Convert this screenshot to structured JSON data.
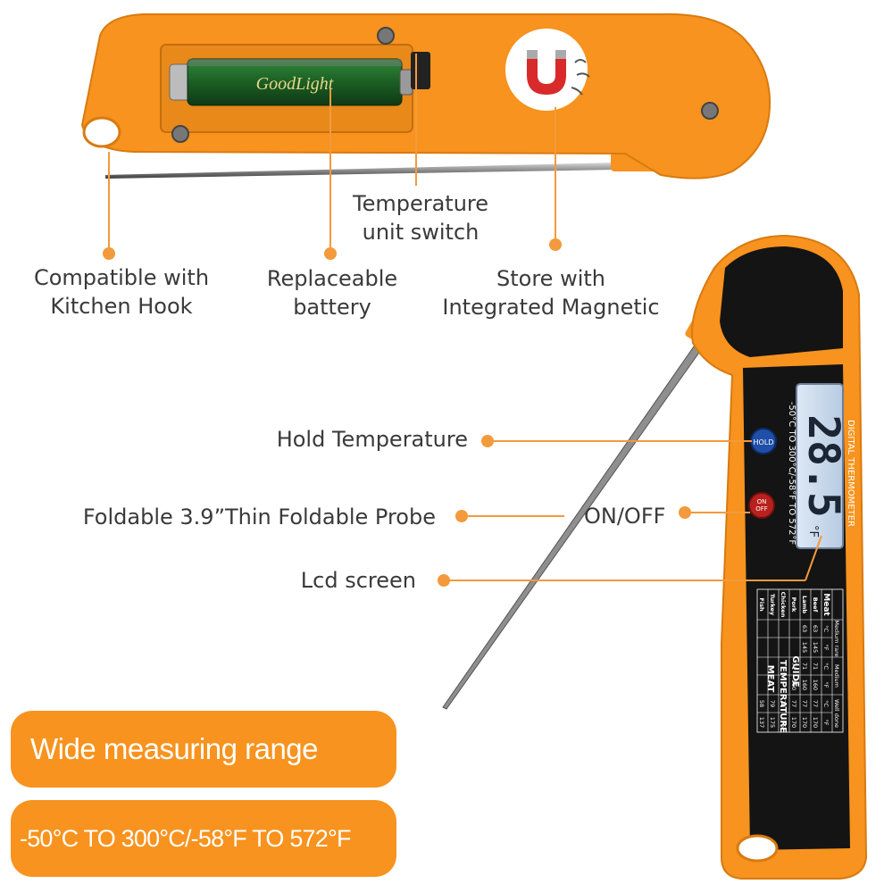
{
  "callouts": {
    "hook": {
      "line1": "Compatible with",
      "line2": "Kitchen Hook"
    },
    "battery": {
      "line1": "Replaceable",
      "line2": "battery"
    },
    "unit_switch": {
      "line1": "Temperature",
      "line2": "unit switch"
    },
    "magnet": {
      "line1": "Store with",
      "line2": "Integrated Magnetic"
    },
    "hold": "Hold Temperature",
    "probe": "Foldable 3.9”Thin Foldable Probe",
    "on_off": "ON/OFF",
    "lcd": "Lcd screen"
  },
  "banners": {
    "range_title": "Wide measuring range",
    "range_value": "-50°C TO 300°C/-58°F TO 572°F"
  },
  "device": {
    "battery_brand": "GoodLight",
    "display_reading": "28.5",
    "display_unit": "°F",
    "model_label": "DIGITAL THERMOMETER",
    "range_label": "-50°C TO 300°C/-58°F TO 572°F",
    "hold_button": "HOLD",
    "on_button_line1": "ON",
    "on_button_line2": "OFF",
    "guide_label_1": "MEAT",
    "guide_label_2": "TEMPERATURE",
    "guide_label_3": "GUIDE"
  },
  "meat_table": {
    "header": [
      "Meat",
      "Medium rare",
      "Medium",
      "Well done"
    ],
    "subheader": [
      "",
      "°C",
      "°F",
      "°C",
      "°F",
      "°C",
      "°F"
    ],
    "rows": [
      [
        "Beef",
        "63",
        "145",
        "71",
        "160",
        "77",
        "170"
      ],
      [
        "Lamb",
        "63",
        "145",
        "71",
        "160",
        "77",
        "170"
      ],
      [
        "Pork",
        "",
        "",
        "71",
        "160",
        "77",
        "170"
      ],
      [
        "Chicken",
        "",
        "",
        "",
        "",
        "79",
        "175"
      ],
      [
        "Turkey",
        "",
        "",
        "",
        "",
        "79",
        "175"
      ],
      [
        "Fish",
        "",
        "",
        "",
        "",
        "58",
        "137"
      ]
    ]
  },
  "colors": {
    "orange": "#f7931e",
    "orange_dark": "#e07d12",
    "accent_line": "#f39a3c",
    "body_black": "#141414",
    "lcd_bg": "#c6d6ea",
    "text_gray": "#3a3a3a"
  }
}
